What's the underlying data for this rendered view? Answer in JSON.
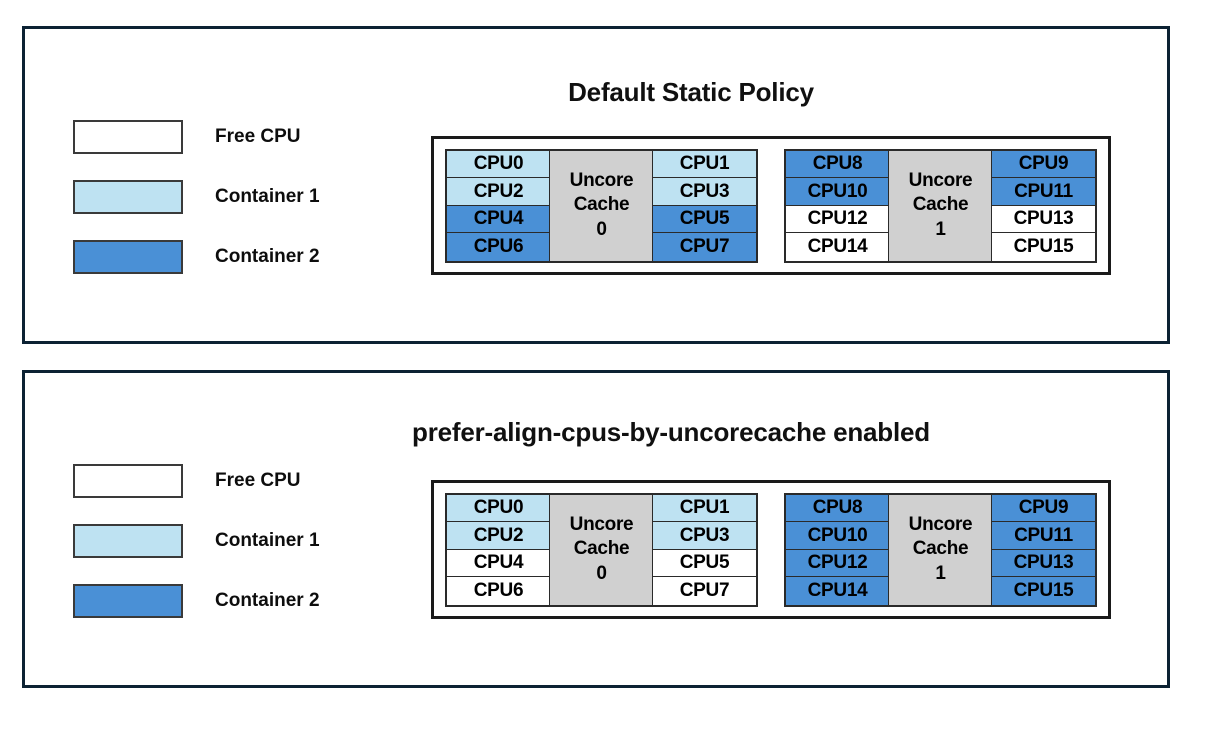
{
  "colors": {
    "free_cpu": "#ffffff",
    "container_1": "#bee2f2",
    "container_2": "#4a90d6",
    "uncore_cache": "#d0d0d0",
    "panel_border": "#0c2233",
    "grid_border": "#1a1a1a",
    "text": "#000000"
  },
  "legend": {
    "items": [
      {
        "label": "Free CPU",
        "fill": "#ffffff"
      },
      {
        "label": "Container 1",
        "fill": "#bee2f2"
      },
      {
        "label": "Container 2",
        "fill": "#4a90d6"
      }
    ]
  },
  "panels": [
    {
      "title": "Default Static Policy",
      "clusters": [
        {
          "cache_lines": [
            "Uncore",
            "Cache",
            "0"
          ],
          "left_column": [
            {
              "label": "CPU0",
              "fill": "#bee2f2"
            },
            {
              "label": "CPU2",
              "fill": "#bee2f2"
            },
            {
              "label": "CPU4",
              "fill": "#4a90d6"
            },
            {
              "label": "CPU6",
              "fill": "#4a90d6"
            }
          ],
          "right_column": [
            {
              "label": "CPU1",
              "fill": "#bee2f2"
            },
            {
              "label": "CPU3",
              "fill": "#bee2f2"
            },
            {
              "label": "CPU5",
              "fill": "#4a90d6"
            },
            {
              "label": "CPU7",
              "fill": "#4a90d6"
            }
          ]
        },
        {
          "cache_lines": [
            "Uncore",
            "Cache",
            "1"
          ],
          "left_column": [
            {
              "label": "CPU8",
              "fill": "#4a90d6"
            },
            {
              "label": "CPU10",
              "fill": "#4a90d6"
            },
            {
              "label": "CPU12",
              "fill": "#ffffff"
            },
            {
              "label": "CPU14",
              "fill": "#ffffff"
            }
          ],
          "right_column": [
            {
              "label": "CPU9",
              "fill": "#4a90d6"
            },
            {
              "label": "CPU11",
              "fill": "#4a90d6"
            },
            {
              "label": "CPU13",
              "fill": "#ffffff"
            },
            {
              "label": "CPU15",
              "fill": "#ffffff"
            }
          ]
        }
      ]
    },
    {
      "title": "prefer-align-cpus-by-uncorecache enabled",
      "clusters": [
        {
          "cache_lines": [
            "Uncore",
            "Cache",
            "0"
          ],
          "left_column": [
            {
              "label": "CPU0",
              "fill": "#bee2f2"
            },
            {
              "label": "CPU2",
              "fill": "#bee2f2"
            },
            {
              "label": "CPU4",
              "fill": "#ffffff"
            },
            {
              "label": "CPU6",
              "fill": "#ffffff"
            }
          ],
          "right_column": [
            {
              "label": "CPU1",
              "fill": "#bee2f2"
            },
            {
              "label": "CPU3",
              "fill": "#bee2f2"
            },
            {
              "label": "CPU5",
              "fill": "#ffffff"
            },
            {
              "label": "CPU7",
              "fill": "#ffffff"
            }
          ]
        },
        {
          "cache_lines": [
            "Uncore",
            "Cache",
            "1"
          ],
          "left_column": [
            {
              "label": "CPU8",
              "fill": "#4a90d6"
            },
            {
              "label": "CPU10",
              "fill": "#4a90d6"
            },
            {
              "label": "CPU12",
              "fill": "#4a90d6"
            },
            {
              "label": "CPU14",
              "fill": "#4a90d6"
            }
          ],
          "right_column": [
            {
              "label": "CPU9",
              "fill": "#4a90d6"
            },
            {
              "label": "CPU11",
              "fill": "#4a90d6"
            },
            {
              "label": "CPU13",
              "fill": "#4a90d6"
            },
            {
              "label": "CPU15",
              "fill": "#4a90d6"
            }
          ]
        }
      ]
    }
  ]
}
